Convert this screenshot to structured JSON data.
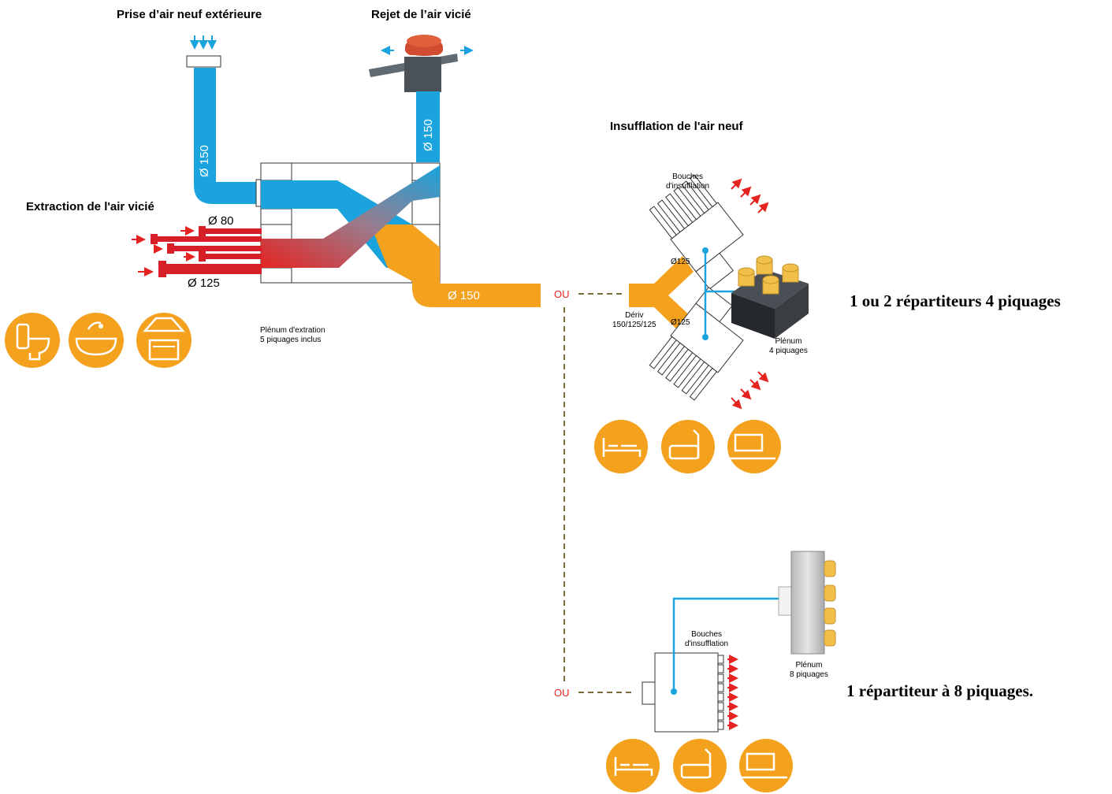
{
  "titles": {
    "fresh_air_intake": "Prise d’air neuf extérieure",
    "exhaust_rejection": "Rejet de l’air vicié",
    "extraction": "Extraction de l'air vicié",
    "insufflation": "Insufflation de l'air neuf"
  },
  "dimensions": {
    "intake_duct": "Ø 150",
    "exhaust_duct": "Ø 150",
    "supply_duct": "Ø 150",
    "small_extract": "Ø 80",
    "large_extract": "Ø 125",
    "branch_upper": "Ø125",
    "branch_lower": "Ø125"
  },
  "labels": {
    "plenum_extraction_line1": "Plénum d'extration",
    "plenum_extraction_line2": "5 piquages inclus",
    "bouches_line1": "Bouches",
    "bouches_line2": "d'insufflation",
    "deriv_line1": "Dériv",
    "deriv_line2": "150/125/125",
    "plenum4_line1": "Plénum",
    "plenum4_line2": "4 piquages",
    "plenum8_line1": "Plénum",
    "plenum8_line2": "8 piquages",
    "ou": "OU"
  },
  "options": {
    "option1": "1 ou 2 répartiteurs 4 piquages",
    "option2": "1 répartiteur à 8 piquages."
  },
  "icons": {
    "extraction_rooms": [
      "toilet-icon",
      "shower-bath-icon",
      "kitchen-hood-icon"
    ],
    "supply_rooms": [
      "bed-icon",
      "sofa-lamp-icon",
      "laptop-desk-icon"
    ]
  },
  "colors": {
    "fresh_air": "#1aa3dc",
    "stale_air": "#e52421",
    "supply_air": "#f4a11d",
    "icon_circle": "#f4a11d",
    "ou_text": "#e52421"
  }
}
